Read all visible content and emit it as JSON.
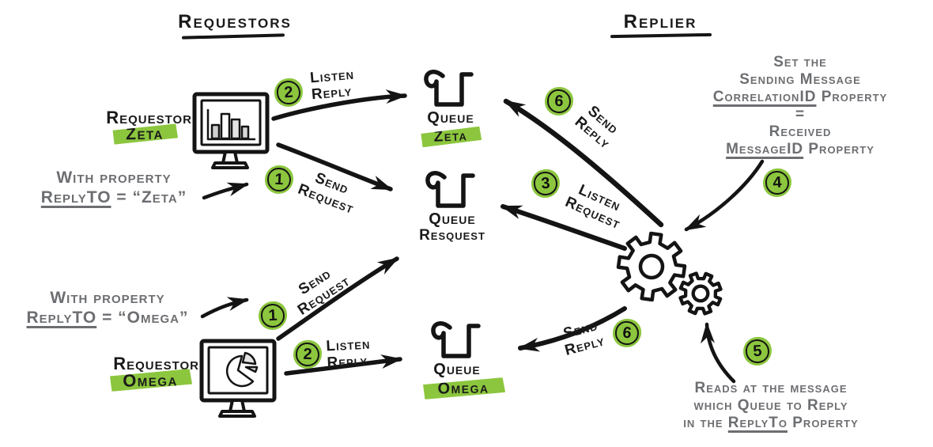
{
  "colors": {
    "green": "#8cc63e",
    "gray": "#6d6e71",
    "ink": "#1a1a1a"
  },
  "headings": {
    "requestors": "Requestors",
    "replier": "Replier"
  },
  "requestor_zeta": {
    "label": "Requestor",
    "name": "Zeta"
  },
  "requestor_omega": {
    "label": "Requestor",
    "name": "Omega"
  },
  "note_zeta": {
    "line1": "With property",
    "underlined": "ReplyTO",
    "rest": " = “Zeta”"
  },
  "note_omega": {
    "line1": "With property",
    "underlined": "ReplyTO",
    "rest": " = “Omega”"
  },
  "queues": {
    "zeta": {
      "label": "Queue",
      "name": "Zeta"
    },
    "request": {
      "label": "Queue",
      "name": "Resquest"
    },
    "omega": {
      "label": "Queue",
      "name": "Omega"
    }
  },
  "steps": {
    "s1_zeta": {
      "num": "1",
      "line1": "Send",
      "line2": "Request"
    },
    "s2_zeta": {
      "num": "2",
      "line1": "Listen",
      "line2": "Reply"
    },
    "s1_omega": {
      "num": "1",
      "line1": "Send",
      "line2": "Request"
    },
    "s2_omega": {
      "num": "2",
      "line1": "Listen",
      "line2": "Reply"
    },
    "s3": {
      "num": "3",
      "line1": "Listen",
      "line2": "Request"
    },
    "s4": {
      "num": "4"
    },
    "s5": {
      "num": "5"
    },
    "s6_top": {
      "num": "6",
      "line1": "Send",
      "line2": "Reply"
    },
    "s6_bottom": {
      "num": "6",
      "line1": "Send",
      "line2": "Reply"
    }
  },
  "note_correlation": {
    "line1": "Set the",
    "line2": "Sending Message",
    "line3_u": "CorrelationID",
    "line3_rest": " Property",
    "line4": "=",
    "line5": "Received",
    "line6_u": "MessageID",
    "line6_rest": " Property"
  },
  "note_reads": {
    "line1": "Reads at the message",
    "line2": "which Queue to Reply",
    "line3_pre": "in the ",
    "line3_u": "ReplyTo",
    "line3_rest": " Property"
  }
}
